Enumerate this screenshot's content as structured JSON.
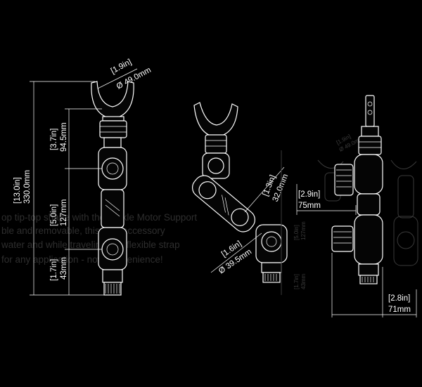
{
  "background_text": [
    "op tip-top shape with the Tackle Motor Support",
    "ble and removable, this cool accessory",
    "water and while traveling - its flexible strap",
    "for any application - now convenience!"
  ],
  "colors": {
    "background": "#000000",
    "line": "#ffffff",
    "ghost_text": "#2e2e2e"
  },
  "front_view": {
    "clamp_in": "[1.9in]",
    "clamp_mm": "Ø 49.0mm",
    "total_in": "[13.0in]",
    "total_mm": "330.0mm",
    "upper_in": "[3.7in]",
    "upper_mm": "94.5mm",
    "middle_in": "[5.0in]",
    "middle_mm": "127mm",
    "lower_in": "[1.7in]",
    "lower_mm": "43mm"
  },
  "angled_view": {
    "arm_in": "[1.3in]",
    "arm_mm": "32.0mm",
    "ball_in": "[1.6in]",
    "ball_mm": "Ø 39.5mm"
  },
  "side_view": {
    "offset_in": "[2.9in]",
    "offset_mm": "75mm",
    "base_in": "[2.8in]",
    "base_mm": "71mm"
  }
}
